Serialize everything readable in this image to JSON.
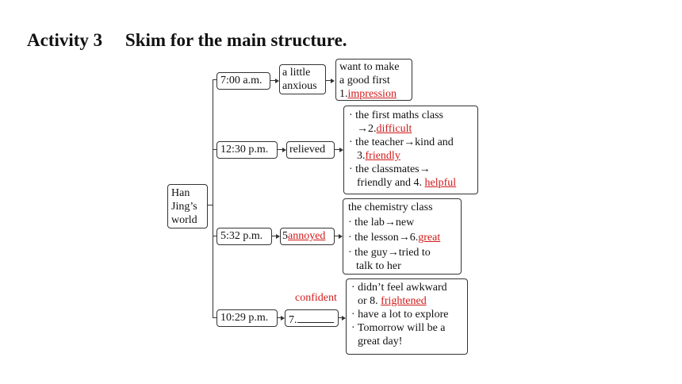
{
  "title": "Activity 3  Skim for the main structure.",
  "root": {
    "label": "Han Jing’s world"
  },
  "rows": [
    {
      "time": "7:00 a.m.",
      "feeling": "a little anxious",
      "details": {
        "line1": "want to make",
        "line2": "a good first",
        "num": "1.",
        "answer": "impression"
      }
    },
    {
      "time": "12:30 p.m.",
      "feeling": "relieved",
      "details": {
        "b1": "· the first maths class",
        "b1_prefix": "→2.",
        "b1_answer": "difficult",
        "b2": "· the teacher→kind and",
        "b2_prefix": "3.",
        "b2_answer": "friendly",
        "b3": "· the classmates→",
        "b3_prefix": "friendly and 4.",
        "b3_answer": "helpful"
      }
    },
    {
      "time": "5:32 p.m.",
      "feeling_prefix": "5",
      "feeling_answer": "annoyed",
      "details": {
        "head": "the chemistry class",
        "b1": "· the lab→new",
        "b2_prefix": "· the lesson→6.",
        "b2_answer": "great",
        "b3": "· the guy→tried to",
        "b3_cont": "talk to her"
      }
    },
    {
      "time": "10:29 p.m.",
      "feeling_prefix": "7.",
      "feeling_answer": "confident",
      "details": {
        "b1": "· didn’t feel awkward",
        "b1_prefix": "or 8.",
        "b1_answer": "frightened",
        "b2": "·  have a lot to explore",
        "b3": "· Tomorrow will be a",
        "b3_cont": "great day!"
      }
    }
  ],
  "colors": {
    "answer": "#d21919",
    "border": "#333333"
  }
}
